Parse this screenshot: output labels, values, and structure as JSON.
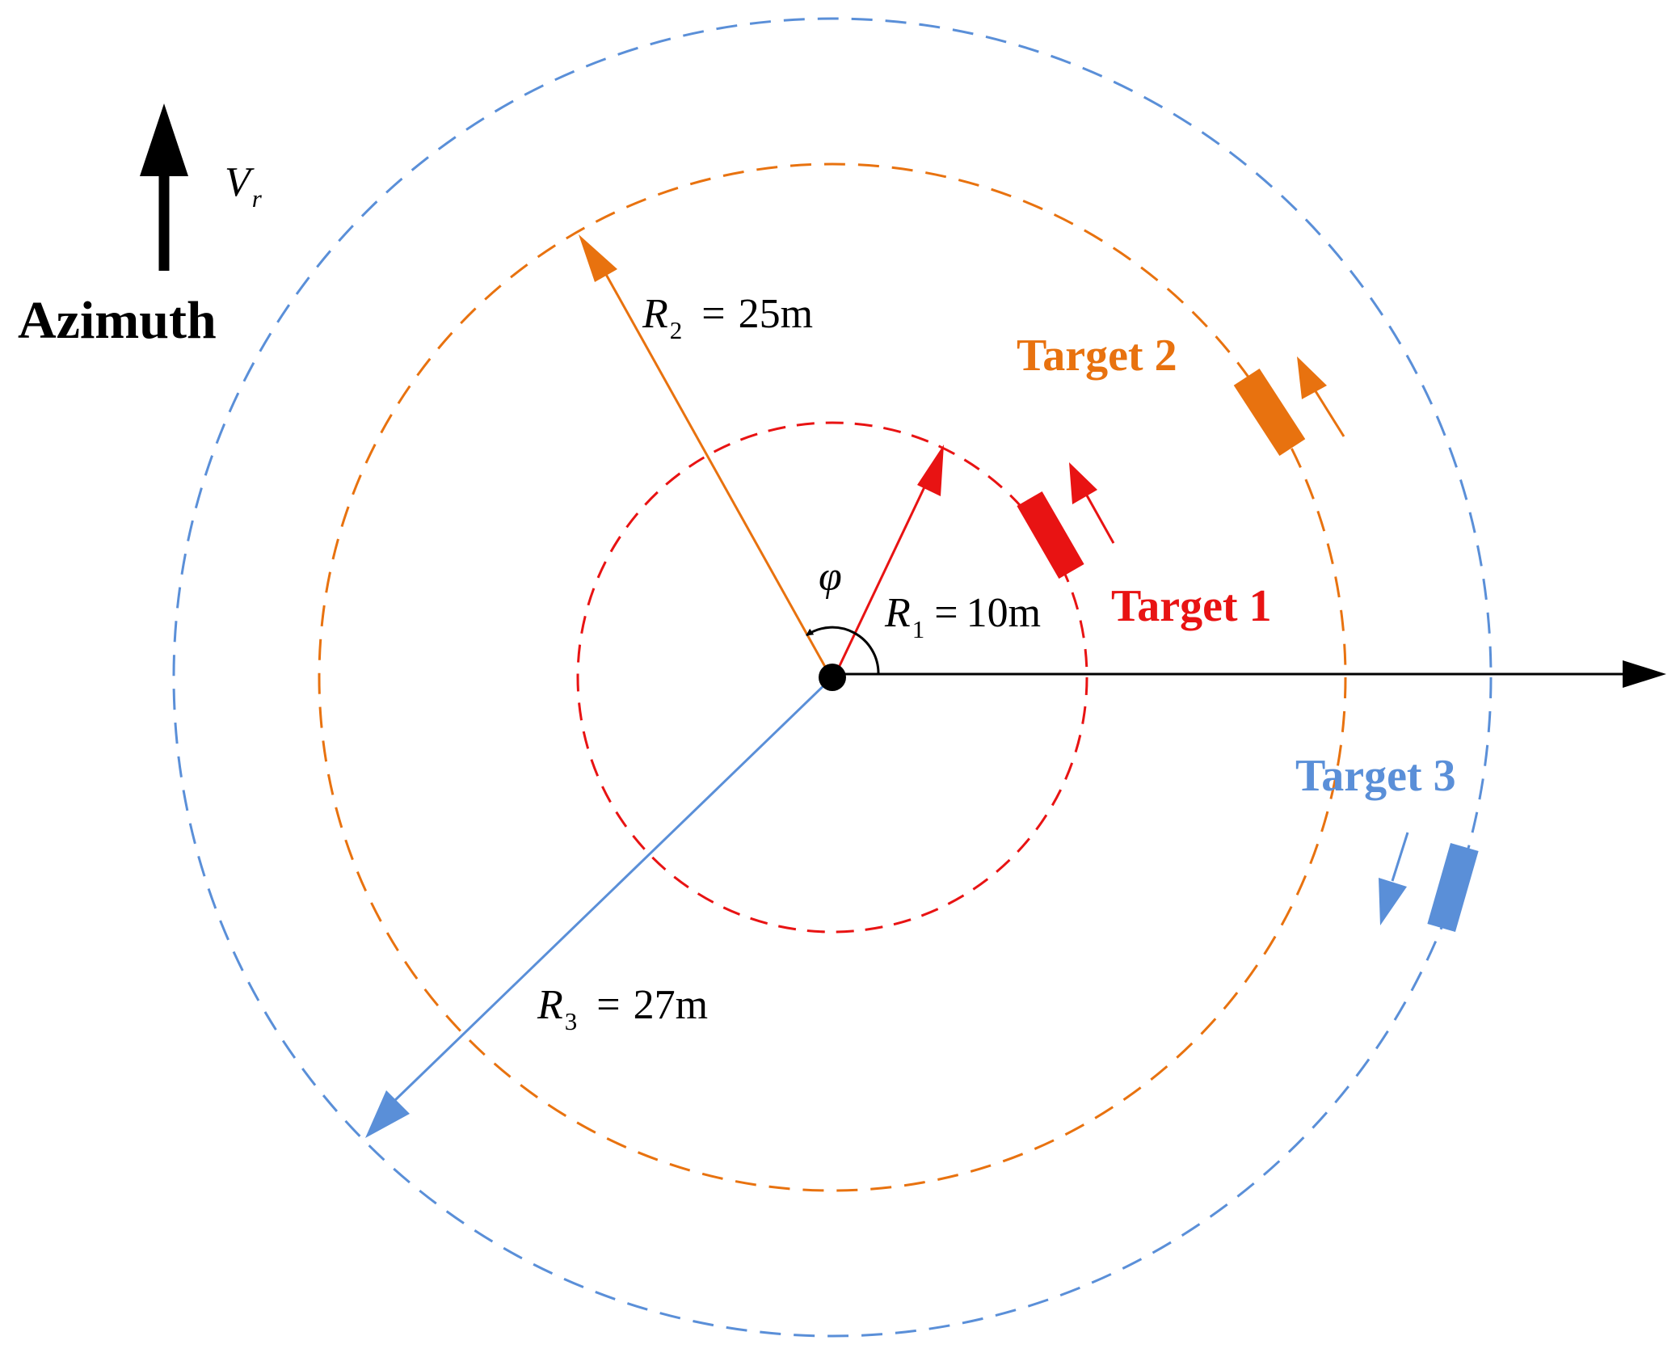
{
  "colors": {
    "red": "#e81313",
    "orange": "#e8720f",
    "blue": "#5a8fd8",
    "black": "#000000"
  },
  "azimuth": {
    "label": "Azimuth",
    "velocity_symbol": "V",
    "velocity_subscript": "r"
  },
  "angle": {
    "symbol": "φ"
  },
  "radii": [
    {
      "symbol": "R",
      "subscript": "1",
      "equals": "=",
      "value": "10m"
    },
    {
      "symbol": "R",
      "subscript": "2",
      "equals": "=",
      "value": "25m"
    },
    {
      "symbol": "R",
      "subscript": "3",
      "equals": "=",
      "value": "27m"
    }
  ],
  "targets": [
    {
      "label": "Target 1"
    },
    {
      "label": "Target 2"
    },
    {
      "label": "Target 3"
    }
  ]
}
